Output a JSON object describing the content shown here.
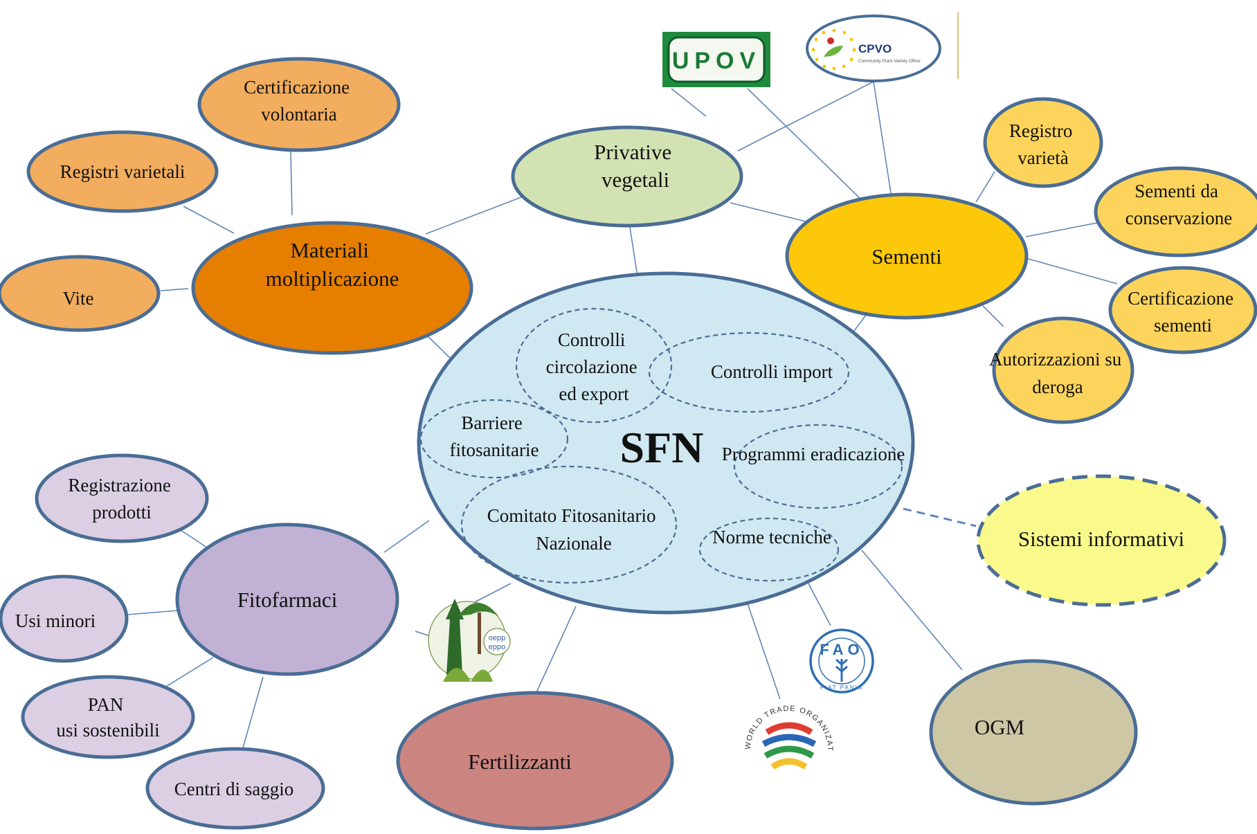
{
  "center": {
    "title": "SFN",
    "subtopics": {
      "controlli_circolazione": [
        "Controlli",
        "circolazione",
        "ed export"
      ],
      "controlli_import": [
        "Controlli import"
      ],
      "barriere": [
        "Barriere",
        "fitosanitarie"
      ],
      "programmi": [
        "Programmi eradicazione"
      ],
      "comitato": [
        "Comitato  Fitosanitario",
        "Nazionale"
      ],
      "norme": [
        "Norme tecniche"
      ]
    }
  },
  "nodes": {
    "materiali": [
      "Materiali",
      "moltiplicazione"
    ],
    "certificazione_volontaria": [
      "Certificazione",
      "volontaria"
    ],
    "registri_varietali": [
      "Registri varietali"
    ],
    "vite": [
      "Vite"
    ],
    "privative": [
      "Privative",
      "vegetali"
    ],
    "sementi": [
      "Sementi"
    ],
    "registro_varieta": [
      "Registro",
      "varietà"
    ],
    "sementi_conservazione": [
      "Sementi da",
      "conservazione"
    ],
    "certificazione_sementi": [
      "Certificazione",
      "sementi"
    ],
    "autorizzazioni": [
      "Autorizzazioni su",
      "deroga"
    ],
    "sistemi_informativi": [
      "Sistemi informativi"
    ],
    "fitofarmaci": [
      "Fitofarmaci"
    ],
    "registrazione_prodotti": [
      "Registrazione",
      "prodotti"
    ],
    "usi_minori": [
      "Usi minori"
    ],
    "pan": [
      "PAN",
      "usi sostenibili"
    ],
    "centri_saggio": [
      "Centri di saggio"
    ],
    "fertilizzanti": [
      "Fertilizzanti"
    ],
    "ogm": [
      "OGM"
    ]
  },
  "logos": {
    "upov": "UPOV",
    "cpvo_name": "CPVO",
    "cpvo_sub": "Community Plant Variety Office",
    "eppo": [
      "oepp",
      "eppo"
    ],
    "fao_letters": "FAO",
    "fao_motto": "FIAT PANIS",
    "wto_text": "WORLD TRADE ORGANIZATION"
  },
  "colors": {
    "border": "#4a6d95",
    "line": "#5f87b8",
    "sfn_fill": "#d0e8f2",
    "materiali_fill": "#e67e00",
    "materiali_children_fill": "#f2ad5e",
    "privative_fill": "#d3e2b3",
    "sementi_fill": "#fdc80a",
    "sementi_children_fill": "#fdd45b",
    "sistemi_fill": "#fafa8c",
    "fitofarmaci_fill": "#c1b1d4",
    "fitofarmaci_children_fill": "#dccfe3",
    "fertilizzanti_fill": "#cc8480",
    "ogm_fill": "#cdc7a6"
  }
}
